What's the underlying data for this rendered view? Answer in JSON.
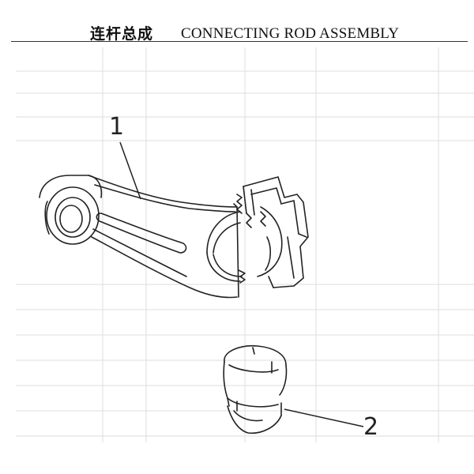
{
  "header": {
    "title_cn": "连杆总成",
    "title_en": "CONNECTING ROD ASSEMBLY"
  },
  "callouts": [
    {
      "label": "1",
      "part": "connecting-rod"
    },
    {
      "label": "2",
      "part": "bearing-shell"
    }
  ],
  "colors": {
    "ink": "#222222",
    "ghost": "#d6d6d6",
    "background": "#ffffff"
  }
}
